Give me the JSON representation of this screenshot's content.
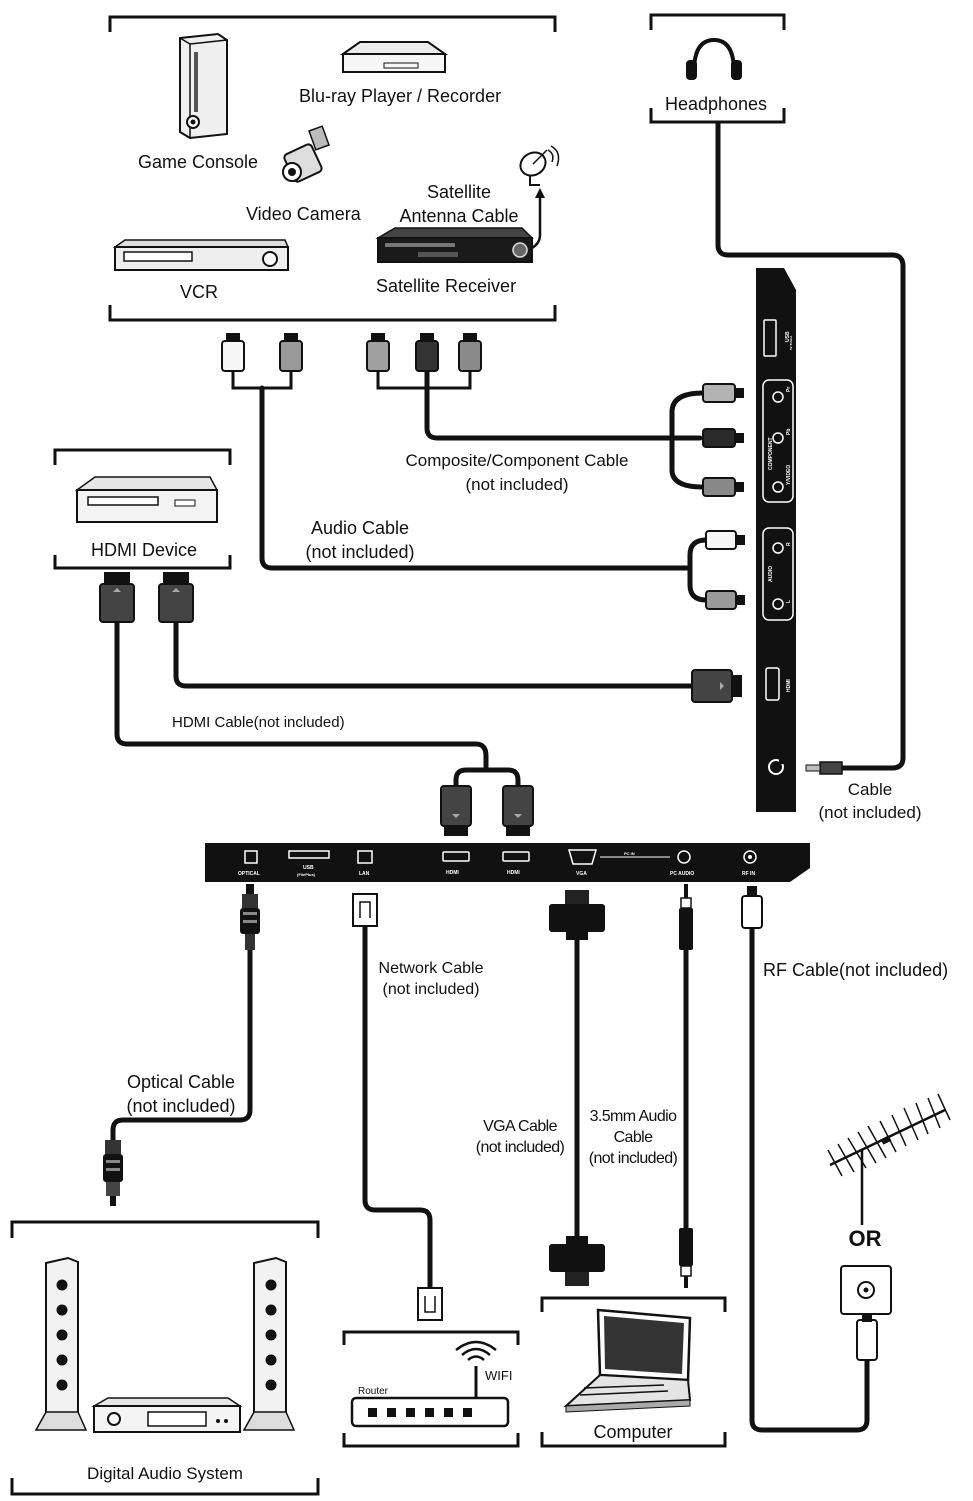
{
  "devices": {
    "game_console": "Game Console",
    "bluray": "Blu-ray Player / Recorder",
    "video_camera": "Video Camera",
    "satellite_line1": "Satellite",
    "satellite_line2": "Antenna Cable",
    "vcr": "VCR",
    "satellite_receiver": "Satellite Receiver",
    "headphones": "Headphones",
    "hdmi_device": "HDMI Device",
    "digital_audio": "Digital Audio System",
    "router": "Router",
    "wifi": "WIFI",
    "computer": "Computer",
    "or": "OR"
  },
  "cables": {
    "composite_1": "Composite/Component Cable",
    "composite_2": "(not included)",
    "audio_1": "Audio Cable",
    "audio_2": "(not included)",
    "hdmi": "HDMI Cable(not included)",
    "headphone_1": "Cable",
    "headphone_2": "(not included)",
    "network_1": "Network Cable",
    "network_2": "(not included)",
    "optical_1": "Optical Cable",
    "optical_2": "(not included)",
    "vga_1": "VGA Cable",
    "vga_2": "(not included)",
    "audio35_1": "3.5mm Audio",
    "audio35_2": "Cable",
    "audio35_3": "(not included)",
    "rf": "RF Cable(not included)"
  },
  "side_panel_labels": {
    "usb": "USB",
    "usb_sub": "5V 500mA",
    "pr": "Pr",
    "pb": "Pb",
    "y": "Y/VIDEO",
    "component": "COMPONENT",
    "r": "R",
    "l": "L",
    "audio": "AUDIO",
    "hdmi": "HDMI"
  },
  "bottom_panel_labels": {
    "optical": "OPTICAL",
    "usb": "USB",
    "usb_sub": "(FilePlus)",
    "lan": "LAN",
    "hdmi1": "HDMI",
    "hdmi2": "HDMI",
    "vga": "VGA",
    "pc_in": "PC IN",
    "pc_audio": "PC AUDIO",
    "rf_in": "RF IN"
  }
}
